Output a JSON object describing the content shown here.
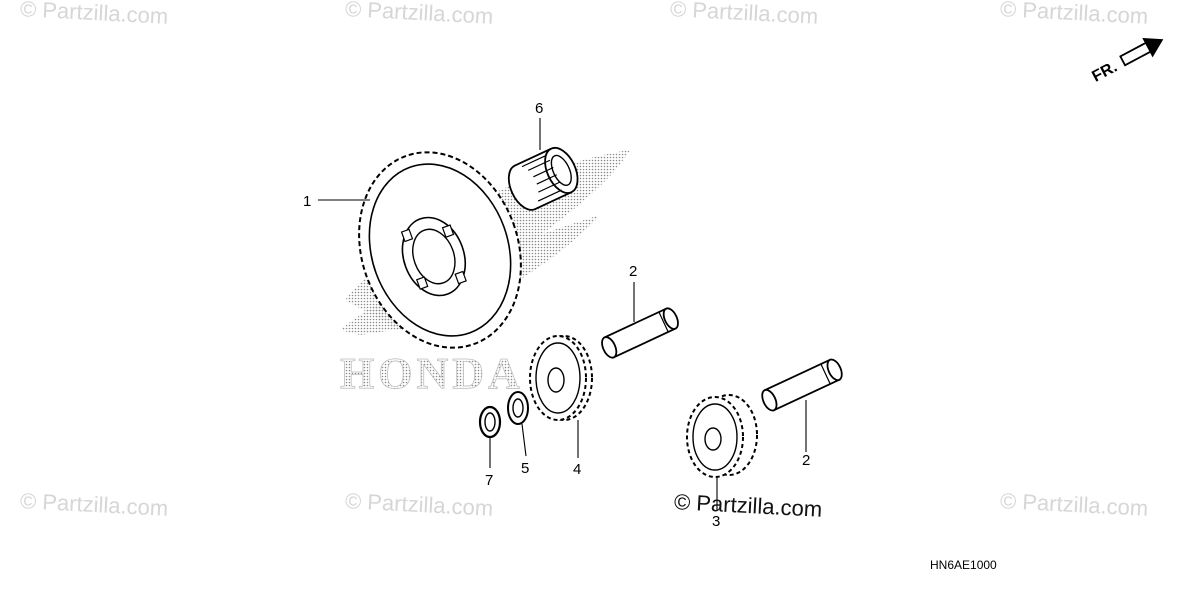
{
  "watermark_text": "© Partzilla.com",
  "main_watermark_text": "© Partzilla.com",
  "brand_text": "HONDA",
  "direction_label": "FR.",
  "diagram_code": "HN6AE1000",
  "parts": [
    {
      "ref": "1",
      "name": "driven gear (large sprocket)"
    },
    {
      "ref": "2",
      "name": "shaft pin"
    },
    {
      "ref": "2",
      "name": "shaft pin"
    },
    {
      "ref": "3",
      "name": "gear"
    },
    {
      "ref": "4",
      "name": "gear"
    },
    {
      "ref": "5",
      "name": "washer"
    },
    {
      "ref": "6",
      "name": "needle bearing"
    },
    {
      "ref": "7",
      "name": "circlip"
    }
  ],
  "labels": {
    "c1": "1",
    "c2a": "2",
    "c2b": "2",
    "c3": "3",
    "c4": "4",
    "c5": "5",
    "c6": "6",
    "c7": "7"
  },
  "colors": {
    "ink": "#000000",
    "watermark": "#d6d6d6",
    "logo_dots": "#9a9a9a"
  }
}
